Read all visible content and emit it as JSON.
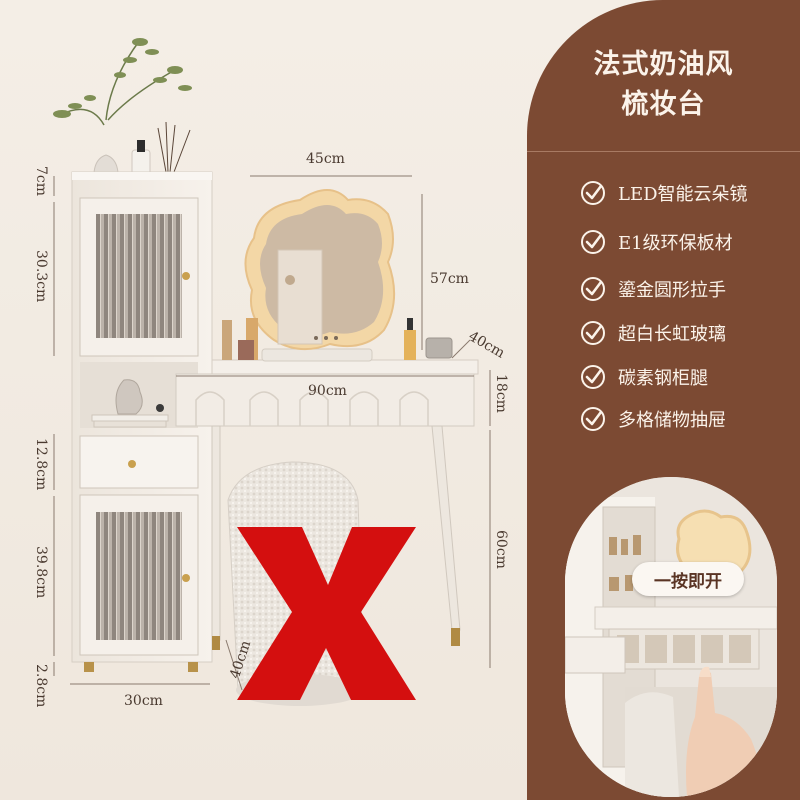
{
  "panel": {
    "title_line1": "法式奶油风",
    "title_line2": "梳妆台",
    "features": [
      {
        "icon": "check-circle-icon",
        "label": "LED智能云朵镜"
      },
      {
        "icon": "check-circle-icon",
        "label": "E1级环保板材"
      },
      {
        "icon": "check-circle-icon",
        "label": "鎏金圆形拉手"
      },
      {
        "icon": "check-circle-icon",
        "label": "超白长虹玻璃"
      },
      {
        "icon": "check-circle-icon",
        "label": "碳素钢柜腿"
      },
      {
        "icon": "check-circle-icon",
        "label": "多格储物抽屉"
      }
    ],
    "badge": "一按即开"
  },
  "dimensions": {
    "mirror_width": "45cm",
    "mirror_height": "57cm",
    "depth": "40cm",
    "table_width": "90cm",
    "drawer_height": "18cm",
    "table_height": "60cm",
    "top_shelf": "7cm",
    "upper_cabinet": "30.3cm",
    "cabinet_drawer": "12.8cm",
    "lower_cabinet": "39.8cm",
    "foot": "2.8cm",
    "cabinet_width": "30cm",
    "stool_depth": "40cm"
  },
  "colors": {
    "panel_brown": "#7c4a33",
    "cream": "#fbf3ea",
    "red_x": "#d40f0f",
    "gold": "#c9a04e"
  }
}
